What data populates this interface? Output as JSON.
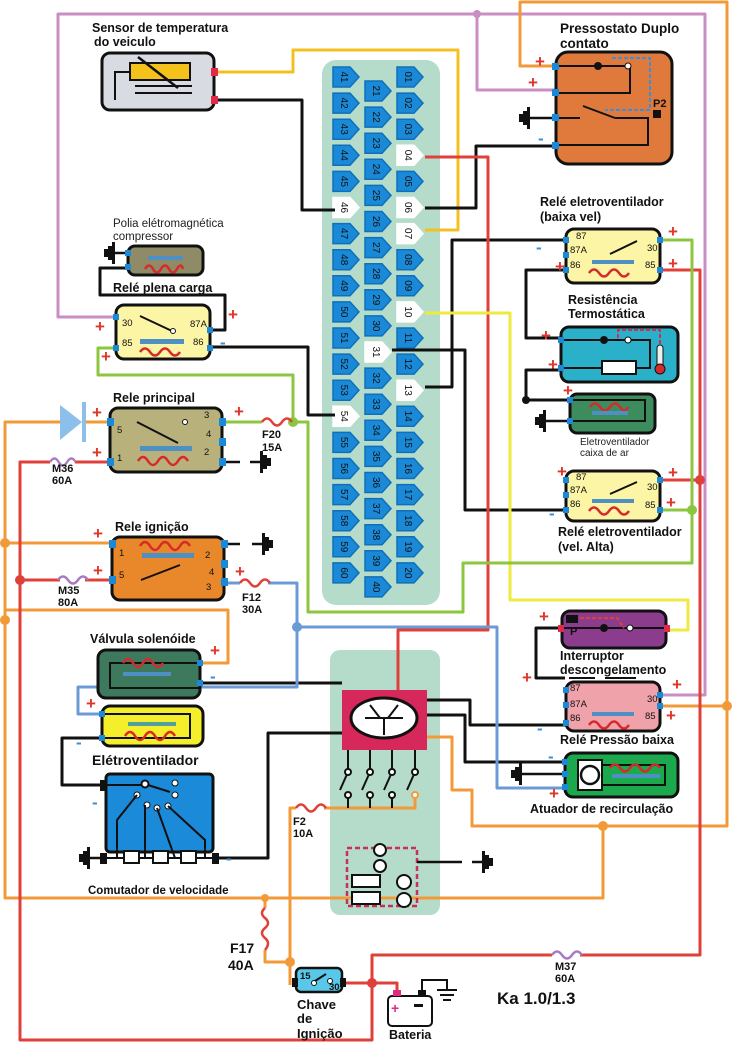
{
  "title": "Ka 1.0/1.3",
  "symbols": {
    "plus": "+",
    "minus": "-",
    "p2": "P2",
    "p": "P"
  },
  "connector": {
    "columns": [
      [
        "41",
        "42",
        "43",
        "44",
        "45",
        "46",
        "47",
        "48",
        "49",
        "50",
        "51",
        "52",
        "53",
        "54",
        "55",
        "56",
        "57",
        "58",
        "59",
        "60"
      ],
      [
        "21",
        "22",
        "23",
        "24",
        "25",
        "26",
        "27",
        "28",
        "29",
        "30",
        "31",
        "32",
        "33",
        "34",
        "35",
        "36",
        "37",
        "38",
        "39",
        "40"
      ],
      [
        "01",
        "02",
        "03",
        "04",
        "05",
        "06",
        "07",
        "08",
        "09",
        "10",
        "11",
        "12",
        "13",
        "14",
        "15",
        "16",
        "17",
        "18",
        "19",
        "20"
      ]
    ],
    "highlighted": [
      "46",
      "54",
      "31",
      "04",
      "06",
      "07",
      "10",
      "13"
    ]
  },
  "components": {
    "temp_sensor": {
      "label_1": "Sensor de temperatura",
      "label_2": "do veiculo"
    },
    "compressor_clutch": {
      "label_1": "Polia elétromagnética",
      "label_2": "compressor"
    },
    "full_load_relay": {
      "label": "Relé plena carga",
      "pins": {
        "p30": "30",
        "p87a": "87A",
        "p85": "85",
        "p86": "86"
      }
    },
    "main_relay": {
      "label": "Rele principal",
      "pins": {
        "p5": "5",
        "p1": "1",
        "p3": "3",
        "p4": "4",
        "p2": "2"
      }
    },
    "ignition_relay": {
      "label": "Rele ignição",
      "pins": {
        "p1": "1",
        "p5": "5",
        "p2": "2",
        "p4": "4",
        "p3": "3"
      }
    },
    "solenoid_valve": {
      "label": "Válvula solenóide"
    },
    "electric_fan": {
      "label": "Elétroventilador"
    },
    "speed_switch": {
      "label": "Comutador de velocidade"
    },
    "pressure_switch": {
      "label_1": "Pressostato Duplo",
      "label_2": "contato"
    },
    "fan_relay_low": {
      "label_1": "Relé eletroventilador",
      "label_2": "(baixa vel)",
      "pins": {
        "p87": "87",
        "p87a": "87A",
        "p86": "86",
        "p30": "30",
        "p85": "85"
      }
    },
    "thermostatic_resistor": {
      "label_1": "Resistência",
      "label_2": "Termostática"
    },
    "air_box_fan": {
      "label_1": "Eletroventilador",
      "label_2": "caixa de ar"
    },
    "fan_relay_high": {
      "label_1": "Relé eletroventilador",
      "label_2": "(vel. Alta)",
      "pins": {
        "p87": "87",
        "p87a": "87A",
        "p86": "86",
        "p30": "30",
        "p85": "85"
      }
    },
    "defrost_switch": {
      "label_1": "Interruptor",
      "label_2": "descongelamento"
    },
    "low_pressure_relay": {
      "label": "Relé Pressão baixa",
      "pins": {
        "p87": "87",
        "p87a": "87A",
        "p86": "86",
        "p30": "30",
        "p85": "85"
      }
    },
    "recirculation_actuator": {
      "label": "Atuador de recirculação"
    },
    "ignition_switch": {
      "label_1": "Chave",
      "label_2": "de",
      "label_3": "Ignição",
      "pins": {
        "p15": "15",
        "p30": "30"
      }
    },
    "battery": {
      "label": "Bateria"
    }
  },
  "fuses": {
    "f20": {
      "name": "F20",
      "rating": "15A"
    },
    "m36": {
      "name": "M36",
      "rating": "60A"
    },
    "m35": {
      "name": "M35",
      "rating": "80A"
    },
    "f12": {
      "name": "F12",
      "rating": "30A"
    },
    "f2": {
      "name": "F2",
      "rating": "10A"
    },
    "f17": {
      "name": "F17",
      "rating": "40A"
    },
    "m37": {
      "name": "M37",
      "rating": "60A"
    }
  },
  "colors": {
    "connector_panel": "#b5dccb",
    "pin": "#1a8ad8",
    "wire_power": "#e0403a",
    "wire_switched": "#f29a38",
    "wire_ground": "#111111",
    "wire_lilac": "#c98ec4",
    "wire_green": "#8cc63f",
    "wire_blue": "#6b9bd6",
    "wire_yellow": "#f4c020"
  }
}
